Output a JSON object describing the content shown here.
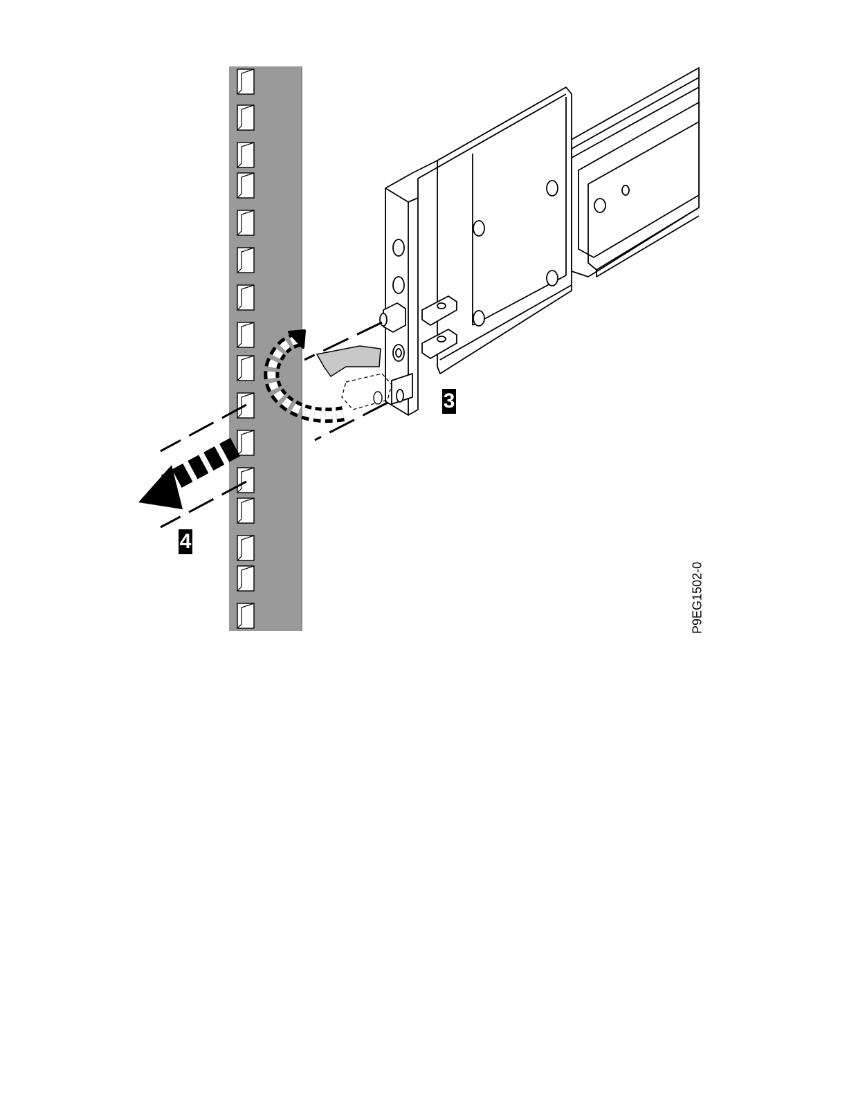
{
  "figure": {
    "callouts": [
      "3",
      "4"
    ],
    "figure_id": "P9EG1502-0",
    "colors": {
      "rack_post": "#9a9a9a",
      "line": "#000000",
      "rail_fill": "#ffffff",
      "latch_highlight": "#c8c8c8"
    }
  }
}
